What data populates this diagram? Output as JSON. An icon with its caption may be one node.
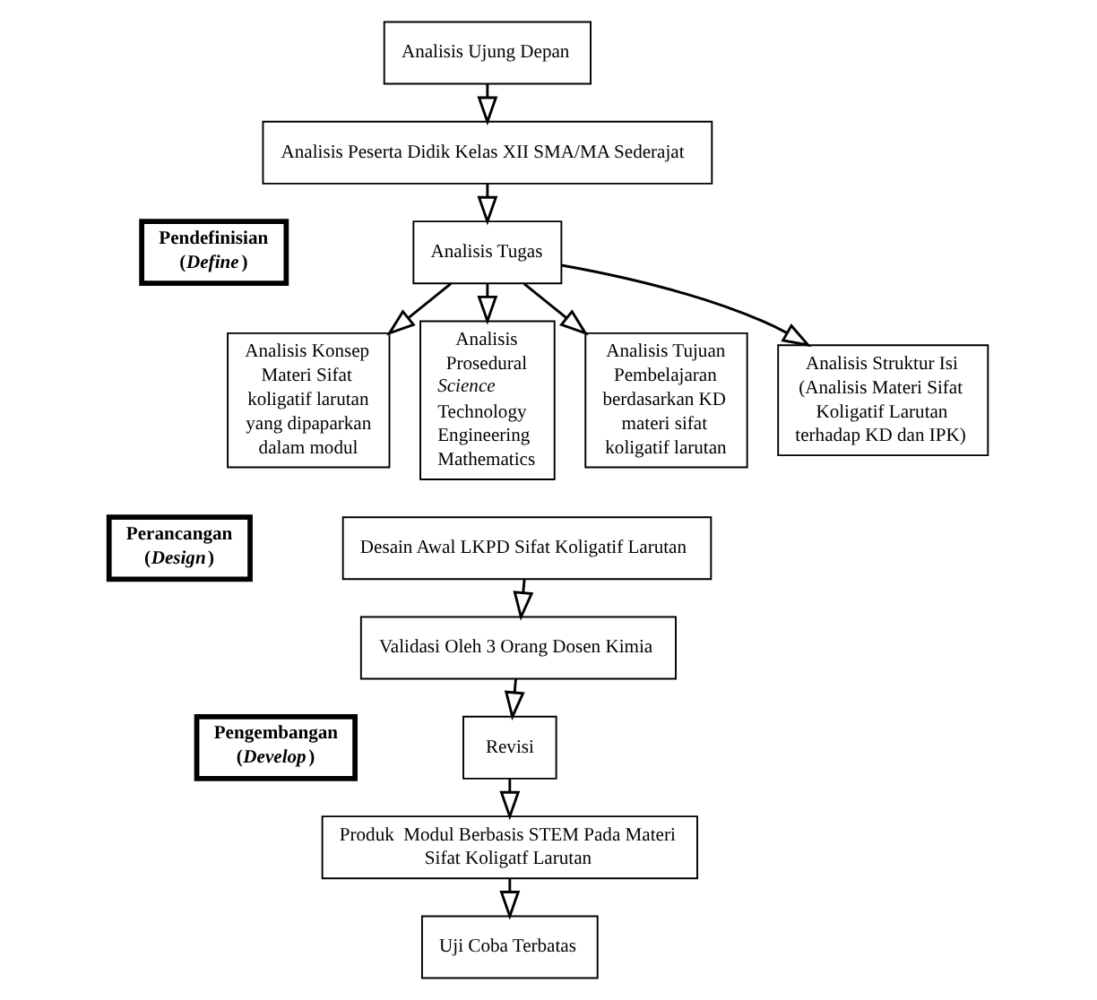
{
  "diagram": {
    "nodes": [
      {
        "text": [
          "Analisis Ujung Depan"
        ]
      },
      {
        "text": [
          "Pendefinisian",
          "(*Define*)"
        ]
      },
      {
        "text": [
          "Analisis Peserta Didik Kelas XII SMA/MA Sederajat"
        ]
      },
      {
        "text": [
          "Analisis Tugas"
        ]
      },
      {
        "text": [
          "Analisis Struktur Isi (Analisis Materi Sifat Koligatif Larutan terhadap KD dan IPK)"
        ]
      },
      {
        "text": [
          "Analisis Konsep Materi Sifat koligatif larutan yang dipaparkan dalam modul"
        ]
      },
      {
        "text": [
          "Analisis Prosedural",
          "*Science*",
          "Technology",
          "Engineering",
          "Mathematics"
        ]
      },
      {
        "text": [
          "Analisis Tujuan Pembelajaran berdasarkan KD materi sifat koligatif larutan"
        ]
      },
      {
        "text": [
          "Perancangan",
          "(*Design*)"
        ]
      },
      {
        "text": [
          "Desain Awal LKPD Sifat Koligatif Larutan"
        ]
      },
      {
        "text": [
          "Validasi Oleh 3 Orang Dosen Kimia"
        ]
      },
      {
        "text": [
          "Pengembangan",
          "(*Develop*)"
        ]
      },
      {
        "text": [
          "Revisi"
        ]
      },
      {
        "text": [
          "Produk  Modul Berbasis STEM Pada Materi Sifat Koligatf Larutan"
        ]
      },
      {
        "text": [
          "Uji Coba Terbatas"
        ]
      }
    ],
    "edges": [
      {
        "from": 0,
        "to": 2,
        "arrow": "to"
      },
      {
        "from": 2,
        "to": 3,
        "arrow": "to"
      },
      {
        "from": 3,
        "to": 4,
        "arrow": "to"
      },
      {
        "from": 3,
        "to": 5,
        "arrow": "to"
      },
      {
        "from": 3,
        "to": 6,
        "arrow": "to"
      },
      {
        "from": 3,
        "to": 7,
        "arrow": "to"
      },
      {
        "from": 9,
        "to": 10,
        "arrow": "to"
      },
      {
        "from": 10,
        "to": 12,
        "arrow": "to"
      },
      {
        "from": 12,
        "to": 13,
        "arrow": "to"
      },
      {
        "from": 13,
        "to": 14,
        "arrow": "to"
      }
    ]
  }
}
